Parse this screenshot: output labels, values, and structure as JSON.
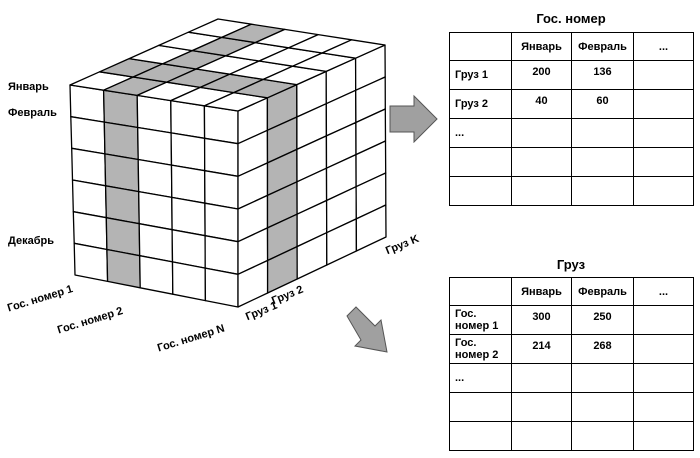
{
  "cube": {
    "month_labels": [
      "Январь",
      "Февраль",
      "Декабрь"
    ],
    "front_labels": [
      "Гос. номер 1",
      "Гос. номер 2",
      "Гос. номер N"
    ],
    "side_labels": [
      "Груз 1",
      "Груз 2",
      "Груз K"
    ]
  },
  "table_top": {
    "title": "Гос. номер",
    "header": [
      "",
      "Январь",
      "Февраль",
      "..."
    ],
    "rows": [
      [
        "Груз 1",
        "200",
        "136",
        ""
      ],
      [
        "Груз 2",
        "40",
        "60",
        ""
      ],
      [
        "...",
        "",
        "",
        ""
      ],
      [
        "",
        "",
        "",
        ""
      ],
      [
        "",
        "",
        "",
        ""
      ]
    ]
  },
  "table_bottom": {
    "title": "Груз",
    "header": [
      "",
      "Январь",
      "Февраль",
      "..."
    ],
    "rows": [
      [
        "Гос. номер 1",
        "300",
        "250",
        ""
      ],
      [
        "Гос. номер 2",
        "214",
        "268",
        ""
      ],
      [
        "...",
        "",
        "",
        ""
      ],
      [
        "",
        "",
        "",
        ""
      ],
      [
        "",
        "",
        "",
        ""
      ]
    ]
  },
  "colors": {
    "highlight": "#b4b4b4",
    "arrow": "#a0a0a0"
  }
}
